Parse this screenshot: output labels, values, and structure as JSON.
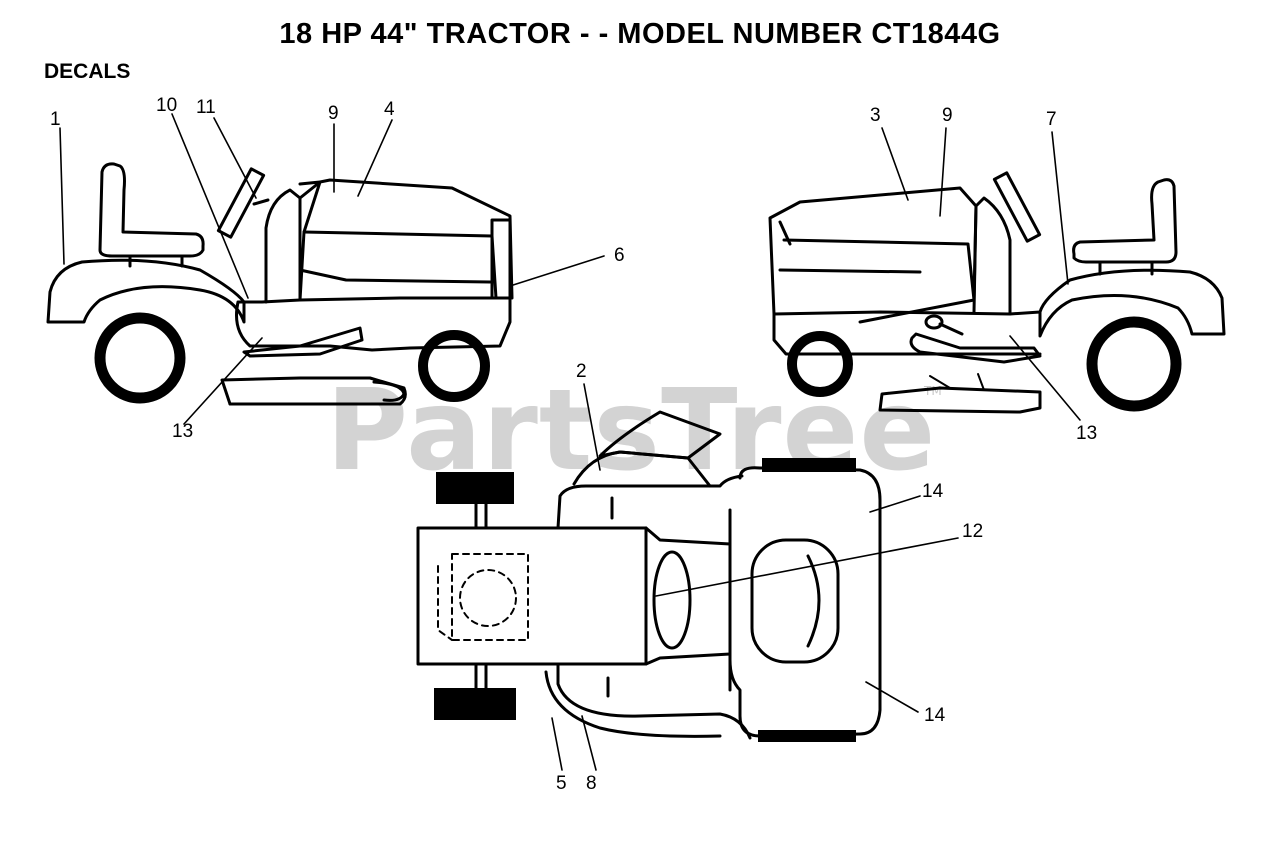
{
  "title": "18 HP 44\" TRACTOR - - MODEL NUMBER CT1844G",
  "section": "DECALS",
  "watermark": "PartsTree",
  "watermark_mark": "TM",
  "callouts": {
    "c1": "1",
    "c10": "10",
    "c11": "11",
    "c9a": "9",
    "c4": "4",
    "c6": "6",
    "c13a": "13",
    "c3": "3",
    "c9b": "9",
    "c7": "7",
    "c13b": "13",
    "c2": "2",
    "c14a": "14",
    "c12": "12",
    "c14b": "14",
    "c5": "5",
    "c8": "8"
  }
}
